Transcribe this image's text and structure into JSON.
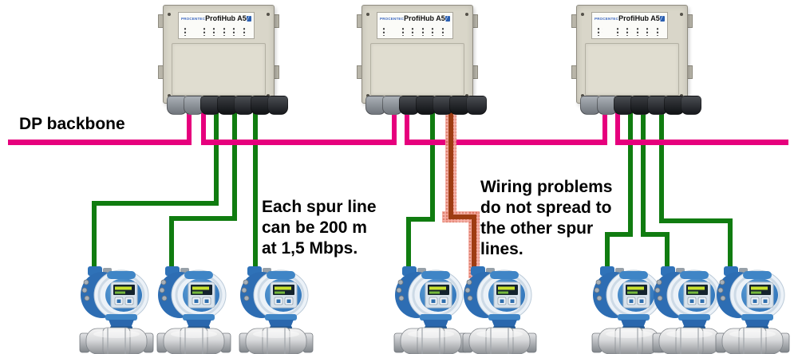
{
  "diagram": {
    "backbone_label": "DP backbone",
    "spur_note": {
      "line1": "Each spur line",
      "line2": "can be 200 m",
      "line3": "at 1,5 Mbps."
    },
    "fault_note": {
      "line1": "Wiring problems",
      "line2": "do not spread to",
      "line3": "the other spur",
      "line4": "lines."
    }
  },
  "hub": {
    "title": "ProfiHub A5",
    "brand": "PROCENTEC"
  },
  "structure": {
    "hubs": 3,
    "field_devices": 8,
    "spurs_per_hub": [
      3,
      2,
      3
    ],
    "faulted_spur": "second spur of middle hub"
  },
  "colors": {
    "backbone": "#e6007d",
    "spur": "#107c10",
    "fault_core": "#9e3c12",
    "fault_glow": "#f5a89e",
    "hub_body": "#d9d6c9",
    "device_blue": "#3f85c6"
  }
}
